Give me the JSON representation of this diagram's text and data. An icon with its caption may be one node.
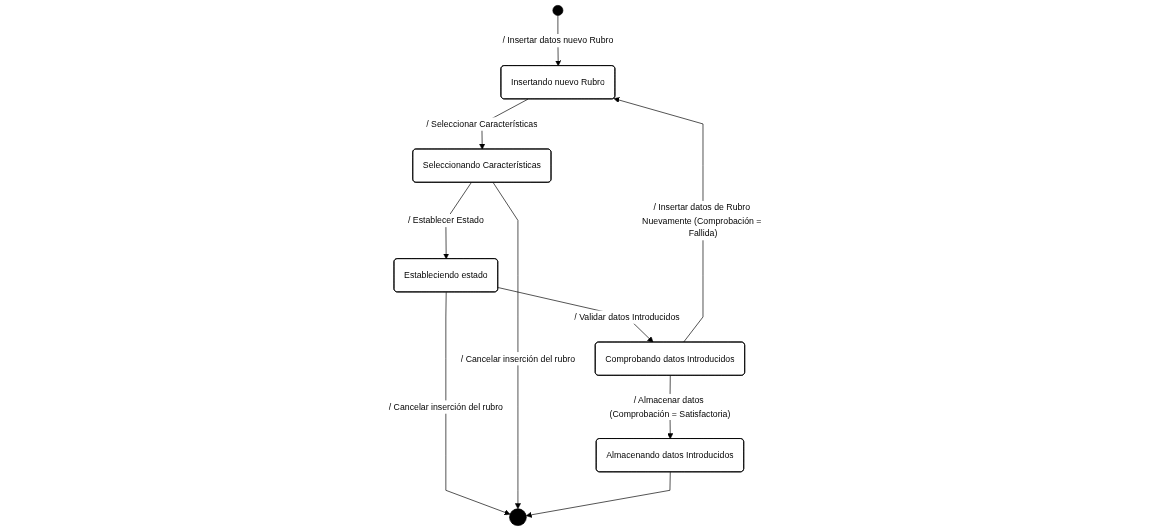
{
  "diagram": {
    "nodes": [
      {
        "text": [],
        "shape": "circle"
      },
      {
        "text": [
          "Insertando nuevo Rubro"
        ]
      },
      {
        "text": [
          "Seleccionando Características"
        ]
      },
      {
        "text": [
          "Estableciendo estado"
        ]
      },
      {
        "text": [
          "Comprobando datos Introducidos"
        ]
      },
      {
        "text": [
          "Almacenando datos Introducidos"
        ]
      },
      {
        "text": [],
        "shape": "bullseye"
      }
    ],
    "edges": [
      {
        "from": 0,
        "to": 1,
        "arrow": "to",
        "label": "/ Insertar datos nuevo Rubro"
      },
      {
        "from": 1,
        "to": 2,
        "arrow": "to",
        "label": "/ Seleccionar Características"
      },
      {
        "from": 2,
        "to": 3,
        "arrow": "to",
        "label": "/ Establecer Estado"
      },
      {
        "from": 3,
        "to": 4,
        "arrow": "to",
        "label": "/ Validar datos Introducidos"
      },
      {
        "from": 4,
        "to": 1,
        "arrow": "to",
        "label": "/ Insertar datos de Rubro Nuevamente (Comprobación = Fallida)"
      },
      {
        "from": 4,
        "to": 5,
        "arrow": "to",
        "label": "/ Almacenar datos (Comprobación = Satisfactoria)"
      },
      {
        "from": 3,
        "to": 6,
        "arrow": "to",
        "label": "/ Cancelar inserción del rubro"
      },
      {
        "from": 2,
        "to": 6,
        "arrow": "to",
        "label": "/ Cancelar inserción del rubro"
      },
      {
        "from": 5,
        "to": 6,
        "arrow": "to"
      }
    ]
  }
}
